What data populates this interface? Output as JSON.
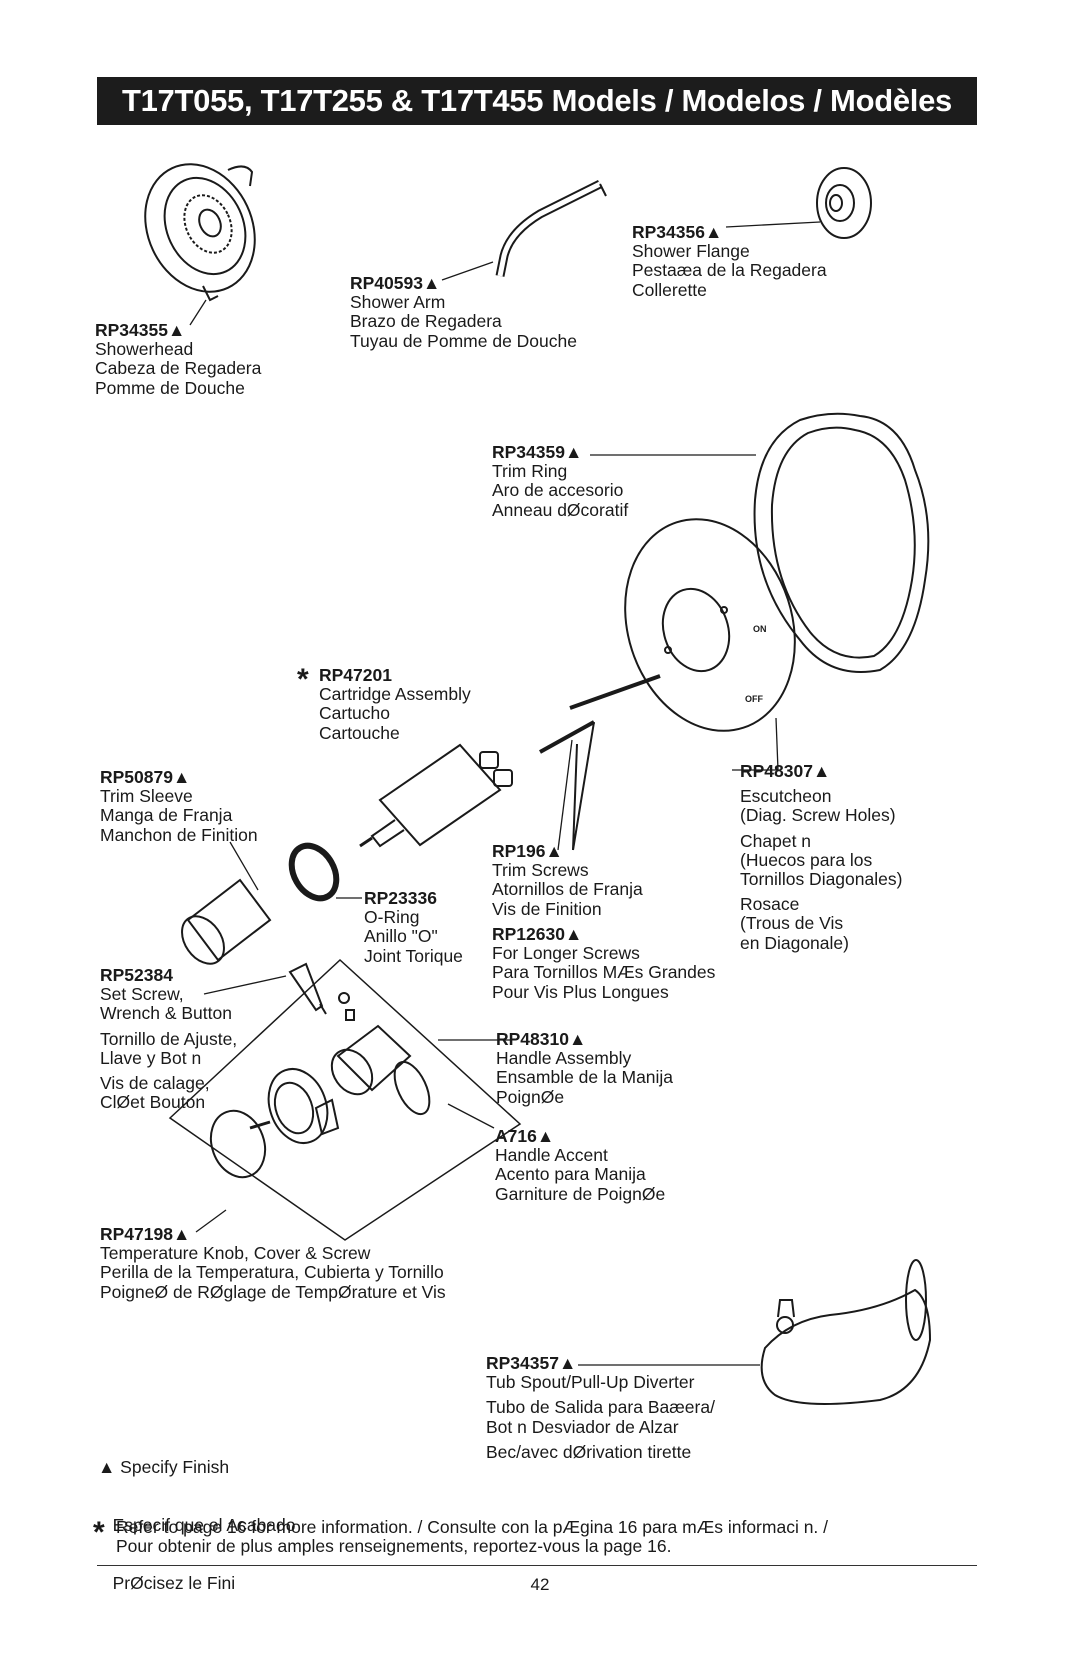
{
  "header": {
    "title": "T17T055, T17T255 & T17T455 Models / Modelos / Modèles"
  },
  "parts": {
    "showerhead": {
      "pn": "RP34355▲",
      "lines": [
        "Showerhead",
        "Cabeza de Regadera",
        "Pomme de Douche"
      ]
    },
    "shower_arm": {
      "pn": "RP40593▲",
      "lines": [
        "Shower Arm",
        "Brazo de Regadera",
        "Tuyau de Pomme de Douche"
      ]
    },
    "shower_flange": {
      "pn": "RP34356▲",
      "lines": [
        "Shower Flange",
        "Pestaæa de la Regadera",
        "Collerette"
      ]
    },
    "trim_ring": {
      "pn": "RP34359▲",
      "lines": [
        "Trim Ring",
        "Aro de accesorio",
        "Anneau dØcoratif"
      ]
    },
    "cartridge": {
      "pn": "RP47201",
      "lines": [
        "Cartridge Assembly",
        "Cartucho",
        "Cartouche"
      ]
    },
    "trim_sleeve": {
      "pn": "RP50879▲",
      "lines": [
        "Trim Sleeve",
        "Manga de Franja",
        "Manchon de Finition"
      ]
    },
    "escutcheon": {
      "pn": "RP48307▲",
      "g1": [
        "Escutcheon",
        "(Diag. Screw Holes)"
      ],
      "g2": [
        "Chapet n",
        "(Huecos para los",
        "Tornillos Diagonales)"
      ],
      "g3": [
        "Rosace",
        "(Trous de Vis",
        "en Diagonale)"
      ]
    },
    "trim_screws": {
      "pn": "RP196▲",
      "lines": [
        "Trim Screws",
        "Atornillos de Franja",
        "Vis de Finition"
      ]
    },
    "o_ring": {
      "pn": "RP23336",
      "lines": [
        "O-Ring",
        "Anillo \"O\"",
        "Joint Torique"
      ]
    },
    "longer_screws": {
      "pn": "RP12630▲",
      "lines": [
        "For Longer Screws",
        "Para Tornillos MÆs Grandes",
        "Pour Vis Plus Longues"
      ]
    },
    "set_screw": {
      "pn": "RP52384",
      "g1": [
        "Set Screw,",
        "Wrench & Button"
      ],
      "g2": [
        "Tornillo de Ajuste,",
        "Llave y Bot n"
      ],
      "g3": [
        "Vis de calage,",
        "ClØet Bouton"
      ]
    },
    "handle": {
      "pn": "RP48310▲",
      "lines": [
        "Handle Assembly",
        "Ensamble de la Manija",
        "PoignØe"
      ]
    },
    "handle_accent": {
      "pn": "A716▲",
      "lines": [
        "Handle Accent",
        "Acento para Manija",
        "Garniture de PoignØe"
      ]
    },
    "temp_knob": {
      "pn": "RP47198▲",
      "lines": [
        "Temperature Knob, Cover & Screw",
        "Perilla de la Temperatura, Cubierta y Tornillo",
        "PoigneØ de RØglage de TempØrature et Vis"
      ]
    },
    "tub_spout": {
      "pn": "RP34357▲",
      "g1": [
        "Tub Spout/Pull-Up Diverter"
      ],
      "g2": [
        "Tubo de Salida para Baæera/",
        "Bot n Desviador de Alzar"
      ],
      "g3": [
        "Bec/avec dØrivation   tirette"
      ]
    }
  },
  "dial": {
    "on": "ON",
    "off": "OFF"
  },
  "finish_note": {
    "lines": [
      "▲ Specify Finish",
      "   Especif que el Acabado",
      "   PrØcisez le Fini"
    ]
  },
  "cartridge_star": "*",
  "footnote": {
    "star": "*",
    "line1": "Refer to page 16 for more information. / Consulte con la pÆgina 16 para mÆs informaci n. /",
    "line2": "Pour obtenir de plus amples renseignements, reportez-vous   la page 16."
  },
  "page_number": "42"
}
